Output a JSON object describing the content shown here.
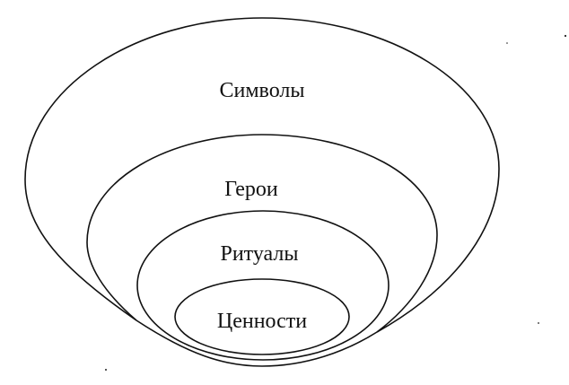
{
  "diagram": {
    "layers": [
      {
        "id": "symbols",
        "label": "Символы"
      },
      {
        "id": "heroes",
        "label": "Герои"
      },
      {
        "id": "rituals",
        "label": "Ритуалы"
      },
      {
        "id": "values",
        "label": "Ценности"
      }
    ]
  }
}
